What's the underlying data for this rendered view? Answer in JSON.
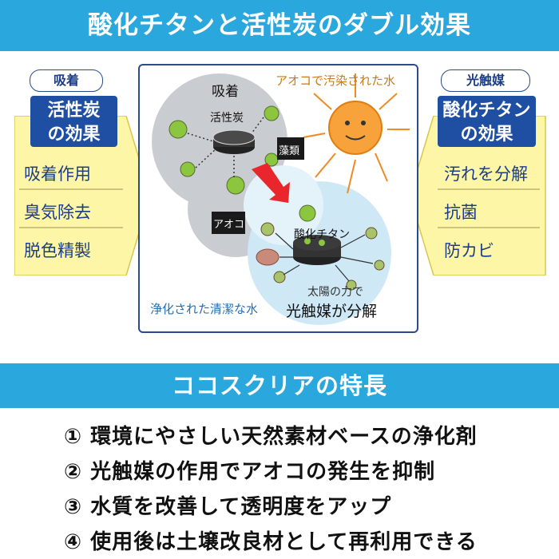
{
  "header": {
    "title": "酸化チタンと活性炭のダブル効果"
  },
  "left": {
    "pill": "吸着",
    "title_line1": "活性炭",
    "title_line2": "の効果",
    "items": [
      "吸着作用",
      "臭気除去",
      "脱色精製"
    ]
  },
  "right": {
    "pill": "光触媒",
    "title_line1": "酸化チタン",
    "title_line2": "の効果",
    "items": [
      "汚れを分解",
      "抗菌",
      "防カビ"
    ]
  },
  "diagram": {
    "adsorption": "吸着",
    "carbon": "活性炭",
    "polluted_water": "アオコで汚染された水",
    "algae": "藻類",
    "aoko": "アオコ",
    "titanium": "酸化チタン",
    "sunlight": "太陽の力で",
    "photocatalyst": "光触媒が分解",
    "clean_water": "浄化された清潔な水"
  },
  "features": {
    "title": "ココスクリアの特長",
    "items": [
      "① 環境にやさしい天然素材ベースの浄化剤",
      "② 光触媒の作用でアオコの発生を抑制",
      "③ 水質を改善して透明度をアップ",
      "④ 使用後は土壌改良材として再利用できる"
    ]
  },
  "colors": {
    "banner": "#2aa7dd",
    "navy": "#1f4fa3",
    "cream": "#fdf6a6",
    "sun": "#f7a23a"
  }
}
